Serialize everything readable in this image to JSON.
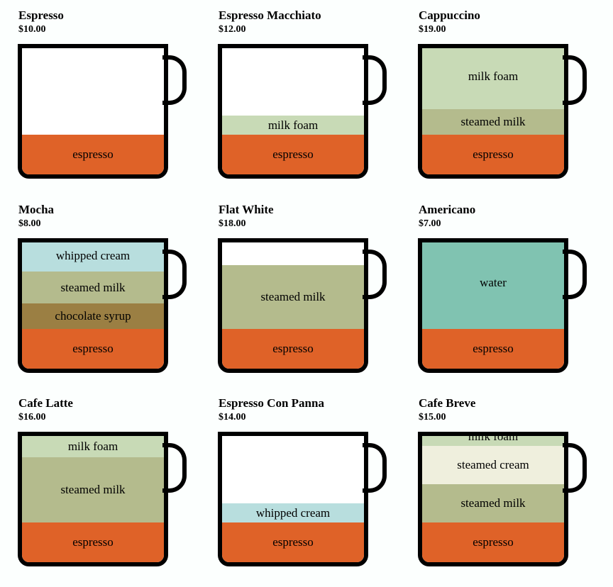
{
  "colors": {
    "espresso": "#df6228",
    "milk foam": "#c8dab6",
    "steamed milk": "#b4bb8d",
    "whipped cream": "#b8dede",
    "chocolate syrup": "#9b7f43",
    "water": "#80c3b1",
    "steamed cream": "#efefdd"
  },
  "drinks": [
    {
      "name": "Espresso",
      "price": "$10.00",
      "layers": [
        {
          "label": "espresso",
          "share": 1
        }
      ]
    },
    {
      "name": "Espresso Macchiato",
      "price": "$12.00",
      "layers": [
        {
          "label": "espresso",
          "share": 1
        },
        {
          "label": "milk foam",
          "share": 0.48
        }
      ]
    },
    {
      "name": "Cappuccino",
      "price": "$19.00",
      "layers": [
        {
          "label": "espresso",
          "share": 1
        },
        {
          "label": "steamed milk",
          "share": 0.64
        },
        {
          "label": "milk foam",
          "share": 1.64
        }
      ]
    },
    {
      "name": "Mocha",
      "price": "$8.00",
      "layers": [
        {
          "label": "espresso",
          "share": 1
        },
        {
          "label": "chocolate syrup",
          "share": 0.64
        },
        {
          "label": "steamed milk",
          "share": 0.8
        },
        {
          "label": "whipped cream",
          "share": 0.8
        }
      ]
    },
    {
      "name": "Flat White",
      "price": "$18.00",
      "layers": [
        {
          "label": "espresso",
          "share": 1
        },
        {
          "label": "steamed milk",
          "share": 1.6
        }
      ]
    },
    {
      "name": "Americano",
      "price": "$7.00",
      "layers": [
        {
          "label": "espresso",
          "share": 1
        },
        {
          "label": "water",
          "share": 2.32
        }
      ]
    },
    {
      "name": "Cafe Latte",
      "price": "$16.00",
      "layers": [
        {
          "label": "espresso",
          "share": 1
        },
        {
          "label": "steamed milk",
          "share": 1.64
        },
        {
          "label": "milk foam",
          "share": 0.56
        }
      ]
    },
    {
      "name": "Espresso Con Panna",
      "price": "$14.00",
      "layers": [
        {
          "label": "espresso",
          "share": 1
        },
        {
          "label": "whipped cream",
          "share": 0.48
        }
      ]
    },
    {
      "name": "Cafe Breve",
      "price": "$15.00",
      "layers": [
        {
          "label": "espresso",
          "share": 1
        },
        {
          "label": "steamed milk",
          "share": 0.96
        },
        {
          "label": "steamed cream",
          "share": 0.96
        },
        {
          "label": "milk foam",
          "share": 0.48
        }
      ]
    }
  ]
}
